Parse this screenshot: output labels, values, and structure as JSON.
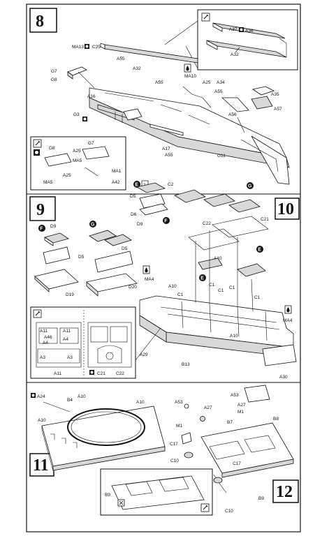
{
  "steps": {
    "s8": {
      "number": "8"
    },
    "s9": {
      "number": "9"
    },
    "s10": {
      "number": "10"
    },
    "s11": {
      "number": "11"
    },
    "s12": {
      "number": "12"
    }
  },
  "step8": {
    "ma13": "MA13",
    "c25": "C25",
    "a55a": "A55",
    "a32": "A32",
    "a55b": "A55",
    "g7": "G7",
    "g8": "G8",
    "a16": "A16",
    "g3": "G3",
    "ma10": "MA10",
    "a25": "A25",
    "a34": "A34",
    "a55c": "A55",
    "a35": "A35",
    "a57": "A57",
    "a56": "A56",
    "g11": "G11",
    "a17": "A17",
    "a55d": "A55",
    "inset_tr": {
      "a37": "A37",
      "a36": "A36",
      "a32": "A32"
    },
    "inset_bl": {
      "g8": "G8",
      "g7": "G7",
      "a25a": "A25",
      "ma5a": "MA5",
      "a25b": "A25",
      "ma5b": "MA5",
      "ma1": "MA1",
      "a42": "A42"
    }
  },
  "step9": {
    "d9a": "D9",
    "d9b": "D9",
    "d5a": "D5",
    "d5b": "D5",
    "d19": "D19",
    "d20": "D20",
    "circle_f": "F",
    "circle_g": "G"
  },
  "step10": {
    "e2": "2",
    "c2": "C2",
    "d5": "D5",
    "d6": "D6",
    "circle_f": "F",
    "circle_g": "G",
    "c21": "C21",
    "c22": "C22",
    "a10a": "A10",
    "circle_e1": "E",
    "circle_e2": "E",
    "ma4a": "MA4",
    "a10b": "A10",
    "c1a": "C1",
    "c1b": "C1",
    "c1c": "C1",
    "c1d": "C1",
    "c1e": "C1",
    "a10c": "A10",
    "ma4b": "MA4",
    "a29": "A29",
    "b13": "B13",
    "a30": "A30",
    "inset": {
      "a11a": "A11",
      "a46": "A46",
      "a4a": "A4",
      "a4b": "A4",
      "a11b": "A11",
      "a3a": "A3",
      "a3b": "A3",
      "a11c": "A11",
      "c21": "C21",
      "c22": "C22"
    }
  },
  "step11": {
    "a24": "A24",
    "b4": "B4",
    "a10a": "A10",
    "a10b": "A10",
    "a10c": "A10"
  },
  "step12": {
    "a53a": "A53",
    "a27a": "A27",
    "m1a": "M1",
    "c17a": "C17",
    "c10a": "C10",
    "a53b": "A53",
    "a27b": "A27",
    "m1b": "M1",
    "b7": "B7",
    "b8": "B8",
    "c17b": "C17",
    "c10b": "C10",
    "b9a": "B9",
    "b9b": "B9"
  },
  "colors": {
    "ink": "#111111",
    "paper": "#ffffff",
    "shade": "#d8d8d8"
  },
  "icons": [
    "paint-drop-icon",
    "paint-swatch-icon",
    "glue-icon",
    "circle-letter-icon"
  ]
}
